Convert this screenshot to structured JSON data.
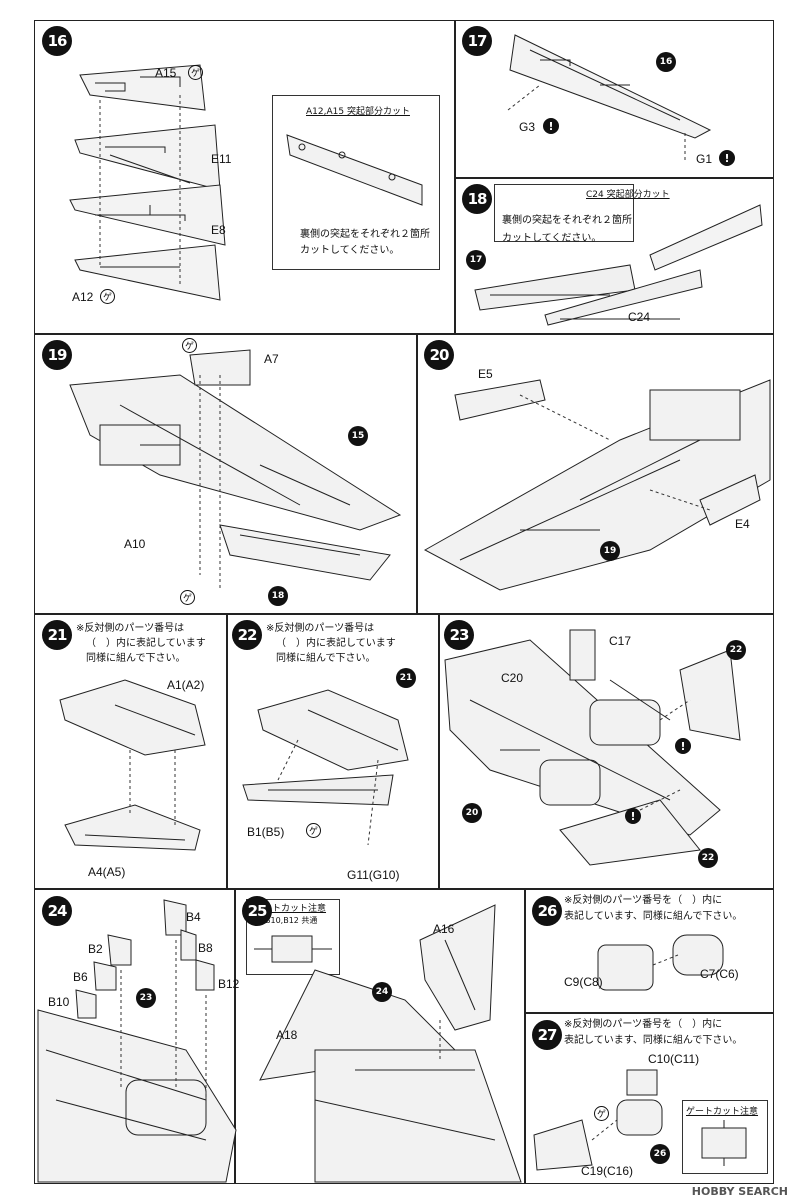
{
  "steps": {
    "s16": {
      "num": "16",
      "labels": {
        "a15": "A15",
        "e11": "E11",
        "e8": "E8",
        "a12": "A12"
      },
      "callout": {
        "title": "A12,A15 突起部分カット",
        "line1": "裏側の突起をそれぞれ２箇所",
        "line2": "カットしてください。"
      }
    },
    "s17": {
      "num": "17",
      "labels": {
        "g3": "G3",
        "g1": "G1"
      },
      "ref": "16"
    },
    "s18": {
      "num": "18",
      "labels": {
        "c24": "C24"
      },
      "ref": "17",
      "callout": {
        "title": "C24 突起部分カット",
        "line1": "裏側の突起をそれぞれ２箇所",
        "line2": "カットしてください。"
      }
    },
    "s19": {
      "num": "19",
      "labels": {
        "a7": "A7",
        "a10": "A10"
      },
      "ref15": "15",
      "ref18": "18"
    },
    "s20": {
      "num": "20",
      "labels": {
        "e5": "E5",
        "e4": "E4"
      },
      "ref": "19"
    },
    "s21": {
      "num": "21",
      "note": [
        "※反対側のパーツ番号は",
        "（　）内に表記しています",
        "同様に組んで下さい。"
      ],
      "labels": {
        "a1": "A1(A2)",
        "a4": "A4(A5)"
      }
    },
    "s22": {
      "num": "22",
      "note": [
        "※反対側のパーツ番号は",
        "（　）内に表記しています",
        "同様に組んで下さい。"
      ],
      "labels": {
        "b1": "B1(B5)",
        "g11": "G11(G10)"
      },
      "ref": "21"
    },
    "s23": {
      "num": "23",
      "labels": {
        "c17": "C17",
        "c20": "C20"
      },
      "ref22a": "22",
      "ref22b": "22",
      "ref20": "20"
    },
    "s24": {
      "num": "24",
      "labels": {
        "b4": "B4",
        "b2": "B2",
        "b8": "B8",
        "b6": "B6",
        "b12": "B12",
        "b10": "B10"
      },
      "ref": "23",
      "callout": {
        "title": "ゲートカット注意",
        "sub": "B10,B12 共通"
      }
    },
    "s25": {
      "num": "25",
      "labels": {
        "a16": "A16",
        "a18": "A18"
      },
      "ref": "24"
    },
    "s26": {
      "num": "26",
      "note": [
        "※反対側のパーツ番号を（　）内に",
        "表記しています、同様に組んで下さい。"
      ],
      "labels": {
        "c9": "C9(C8)",
        "c7": "C7(C6)"
      }
    },
    "s27": {
      "num": "27",
      "note": [
        "※反対側のパーツ番号を（　）内に",
        "表記しています、同様に組んで下さい。"
      ],
      "labels": {
        "c10": "C10(C11)",
        "c19": "C19(C16)"
      },
      "ref": "26",
      "callout": {
        "title": "ゲートカット注意"
      }
    }
  },
  "symbols": {
    "warning": "!",
    "gate": "ゲ"
  },
  "watermark": "HOBBY SEARCH"
}
